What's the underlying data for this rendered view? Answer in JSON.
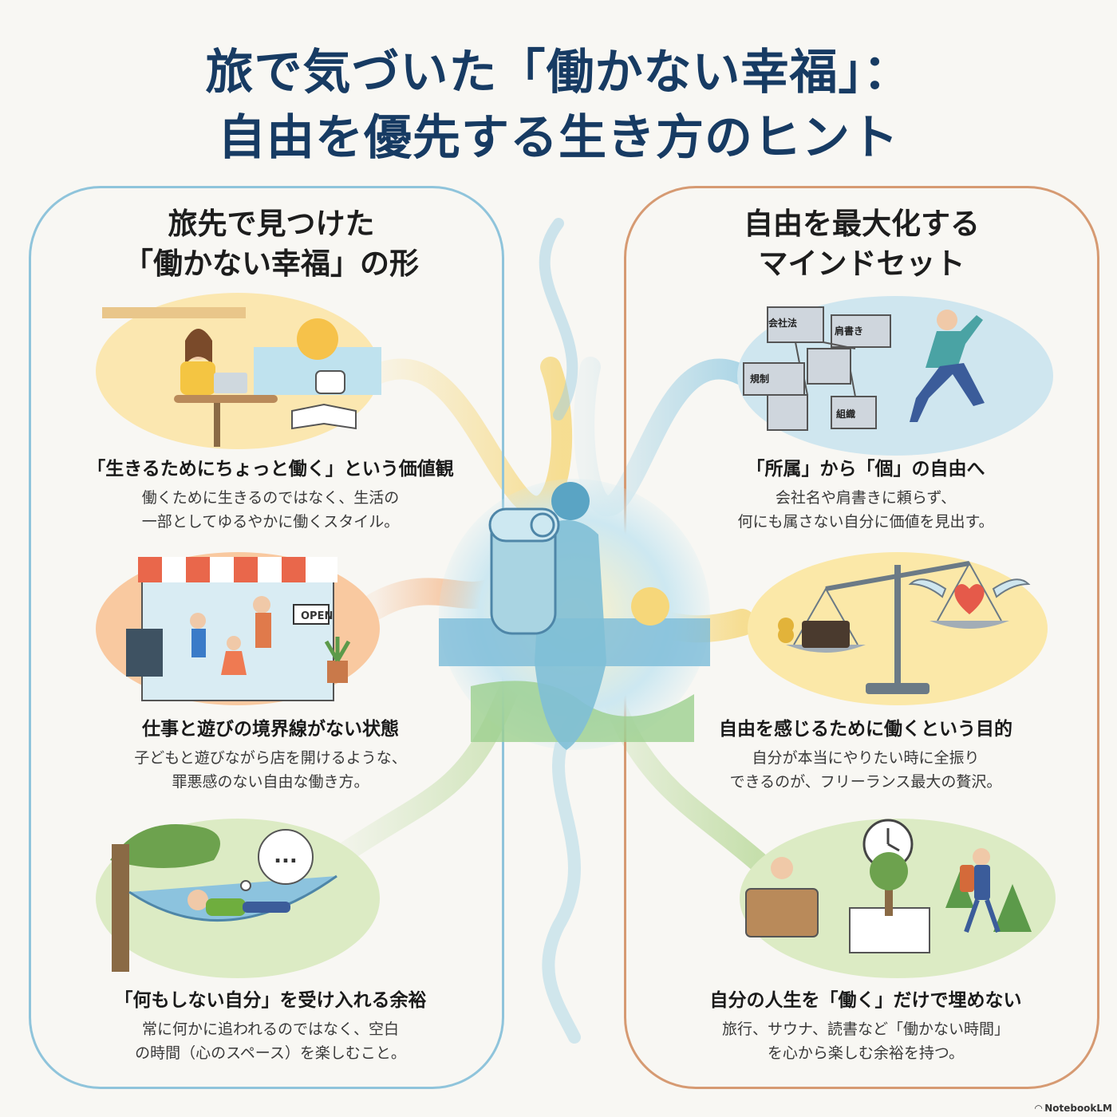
{
  "header": {
    "title_line1": "旅で気づいた「働かない幸福」：",
    "title_line2": "自由を優先する生き方のヒント"
  },
  "left_panel": {
    "title_line1": "旅先で見つけた",
    "title_line2": "「働かない幸福」の形",
    "items": [
      {
        "title": "「生きるためにちょっと働く」という価値観",
        "desc": "働くために生きるのではなく、生活の\n一部としてゆるやかに働くスタイル。",
        "illustration": "cafe-laptop-icon"
      },
      {
        "title": "仕事と遊びの境界線がない状態",
        "desc": "子どもと遊びながら店を開けるような、\n罪悪感のない自由な働き方。",
        "illustration": "shop-family-icon",
        "sign_text": "OPEN"
      },
      {
        "title": "「何もしない自分」を受け入れる余裕",
        "desc": "常に何かに追われるのではなく、空白\nの時間（心のスペース）を楽しむこと。",
        "illustration": "hammock-icon",
        "bubble_text": "..."
      }
    ]
  },
  "right_panel": {
    "title_line1": "自由を最大化する",
    "title_line2": "マインドセット",
    "items": [
      {
        "title": "「所属」から「個」の自由へ",
        "desc": "会社名や肩書きに頼らず、\n何にも属さない自分に価値を見出す。",
        "illustration": "breaking-free-icon",
        "box_labels": [
          "会社法",
          "肩書き",
          "規制",
          "組織"
        ]
      },
      {
        "title": "自由を感じるために働くという目的",
        "desc": "自分が本当にやりたい時に全振り\nできるのが、フリーランス最大の贅沢。",
        "illustration": "balance-scale-icon"
      },
      {
        "title": "自分の人生を「働く」だけで埋めない",
        "desc": "旅行、サウナ、読書など「働かない時間」\nを心から楽しむ余裕を持つ。",
        "illustration": "leisure-icon"
      }
    ]
  },
  "center": {
    "illustration": "traveler-backpack-icon"
  },
  "footer": {
    "brand": "NotebookLM"
  },
  "colors": {
    "title": "#173b63",
    "left_border": "#8fc4db",
    "right_border": "#d69a72",
    "accent_yellow": "#f6d77a",
    "accent_orange": "#f4a56a",
    "accent_green": "#b9d99a",
    "accent_blue": "#9fd0e4"
  }
}
